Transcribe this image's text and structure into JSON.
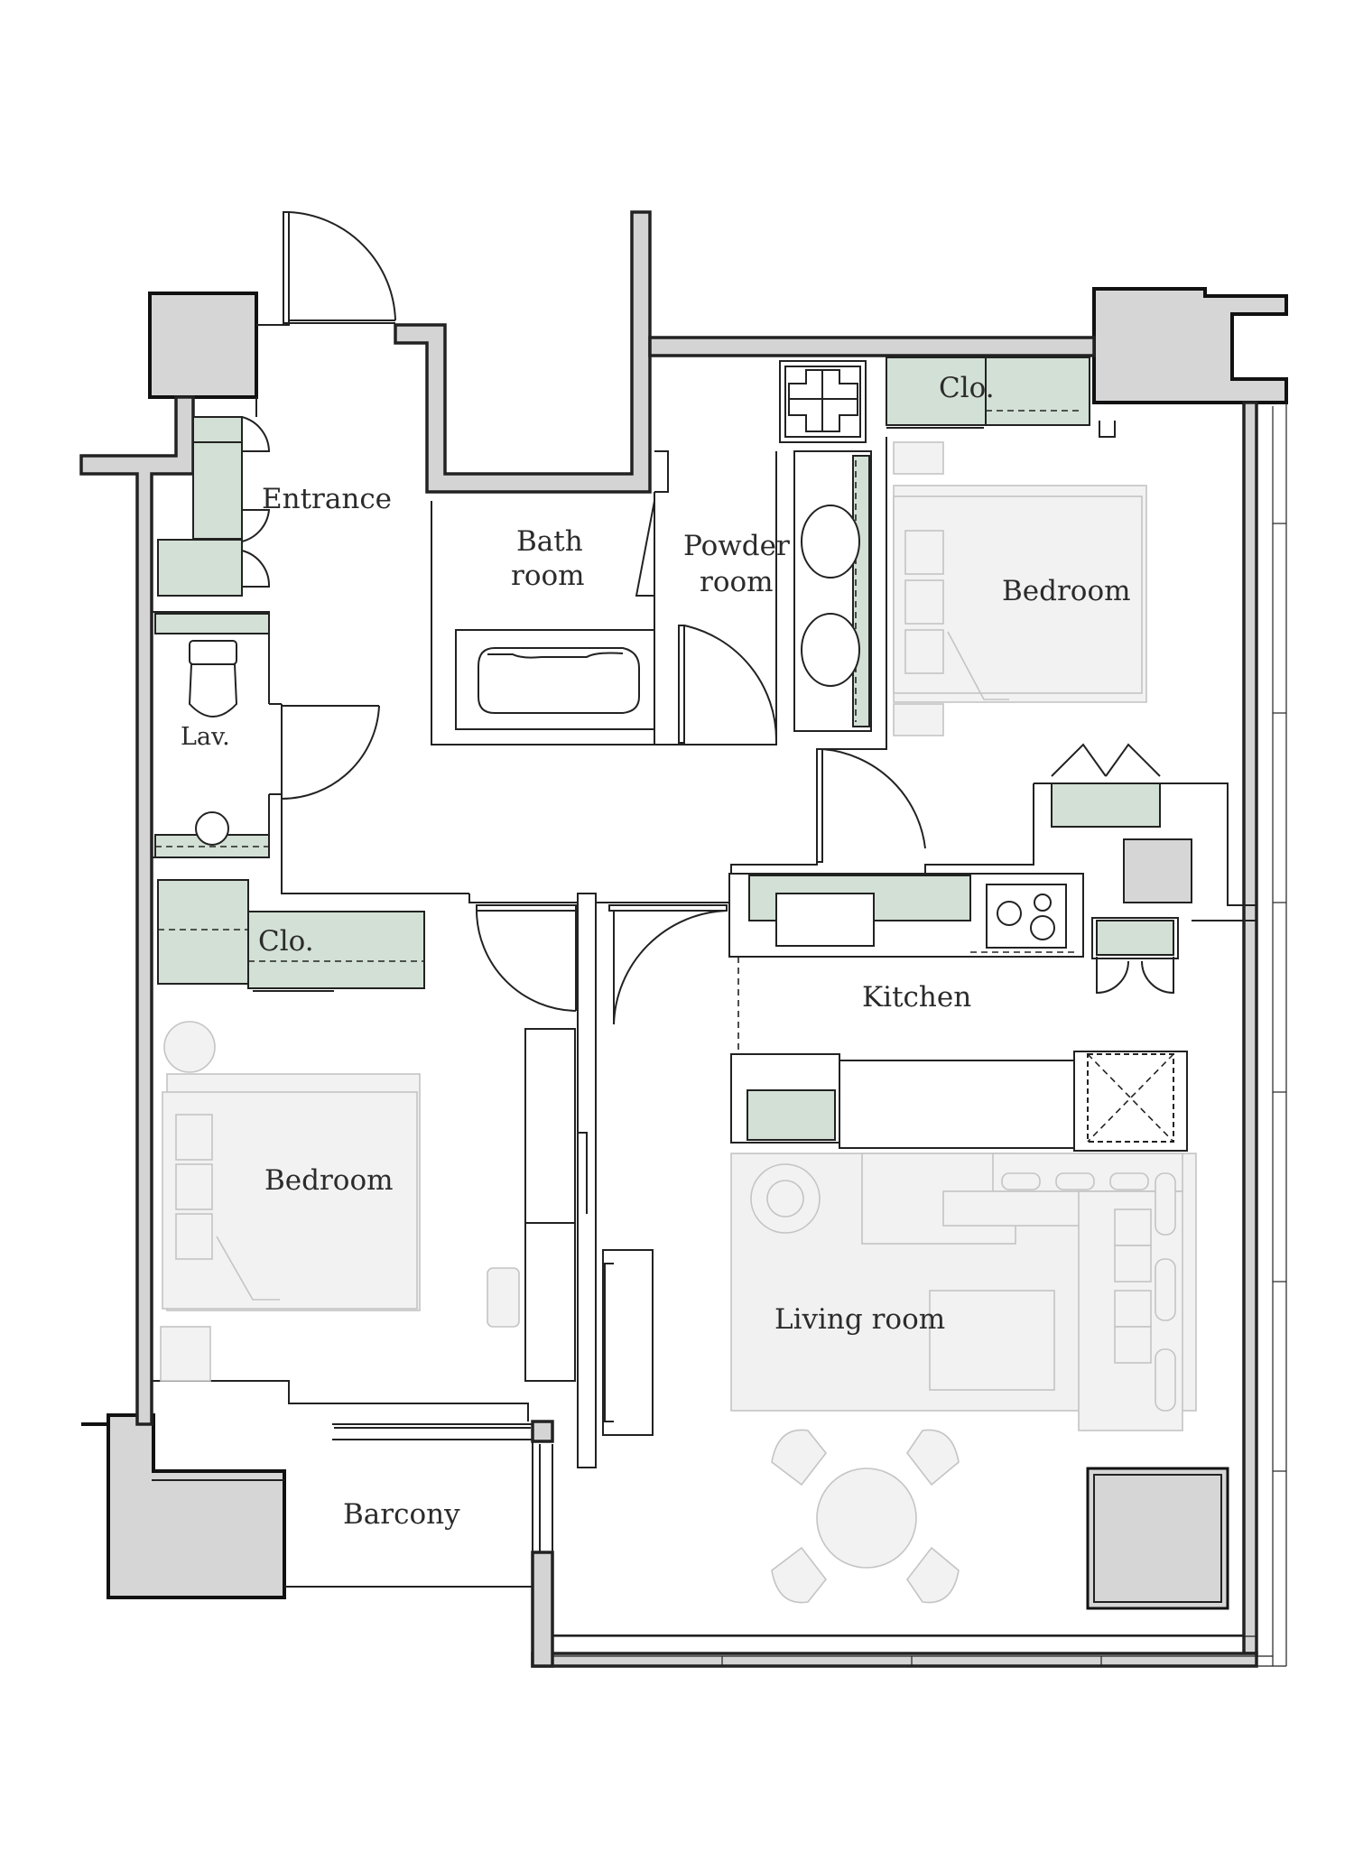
{
  "rooms": {
    "entrance": "Entrance",
    "bath_line1": "Bath",
    "bath_line2": "room",
    "powder_line1": "Powder",
    "powder_line2": "room",
    "closet_top": "Clo.",
    "bedroom_top": "Bedroom",
    "lavatory": "Lav.",
    "closet_left": "Clo.",
    "kitchen": "Kitchen",
    "bedroom_left": "Bedroom",
    "living": "Living room",
    "balcony": "Barcony"
  },
  "colors": {
    "wall_fill": "#d4d4d4",
    "storage_fill": "#d3e0d5",
    "furniture_fill": "#f2f2f2",
    "line": "#222222"
  }
}
